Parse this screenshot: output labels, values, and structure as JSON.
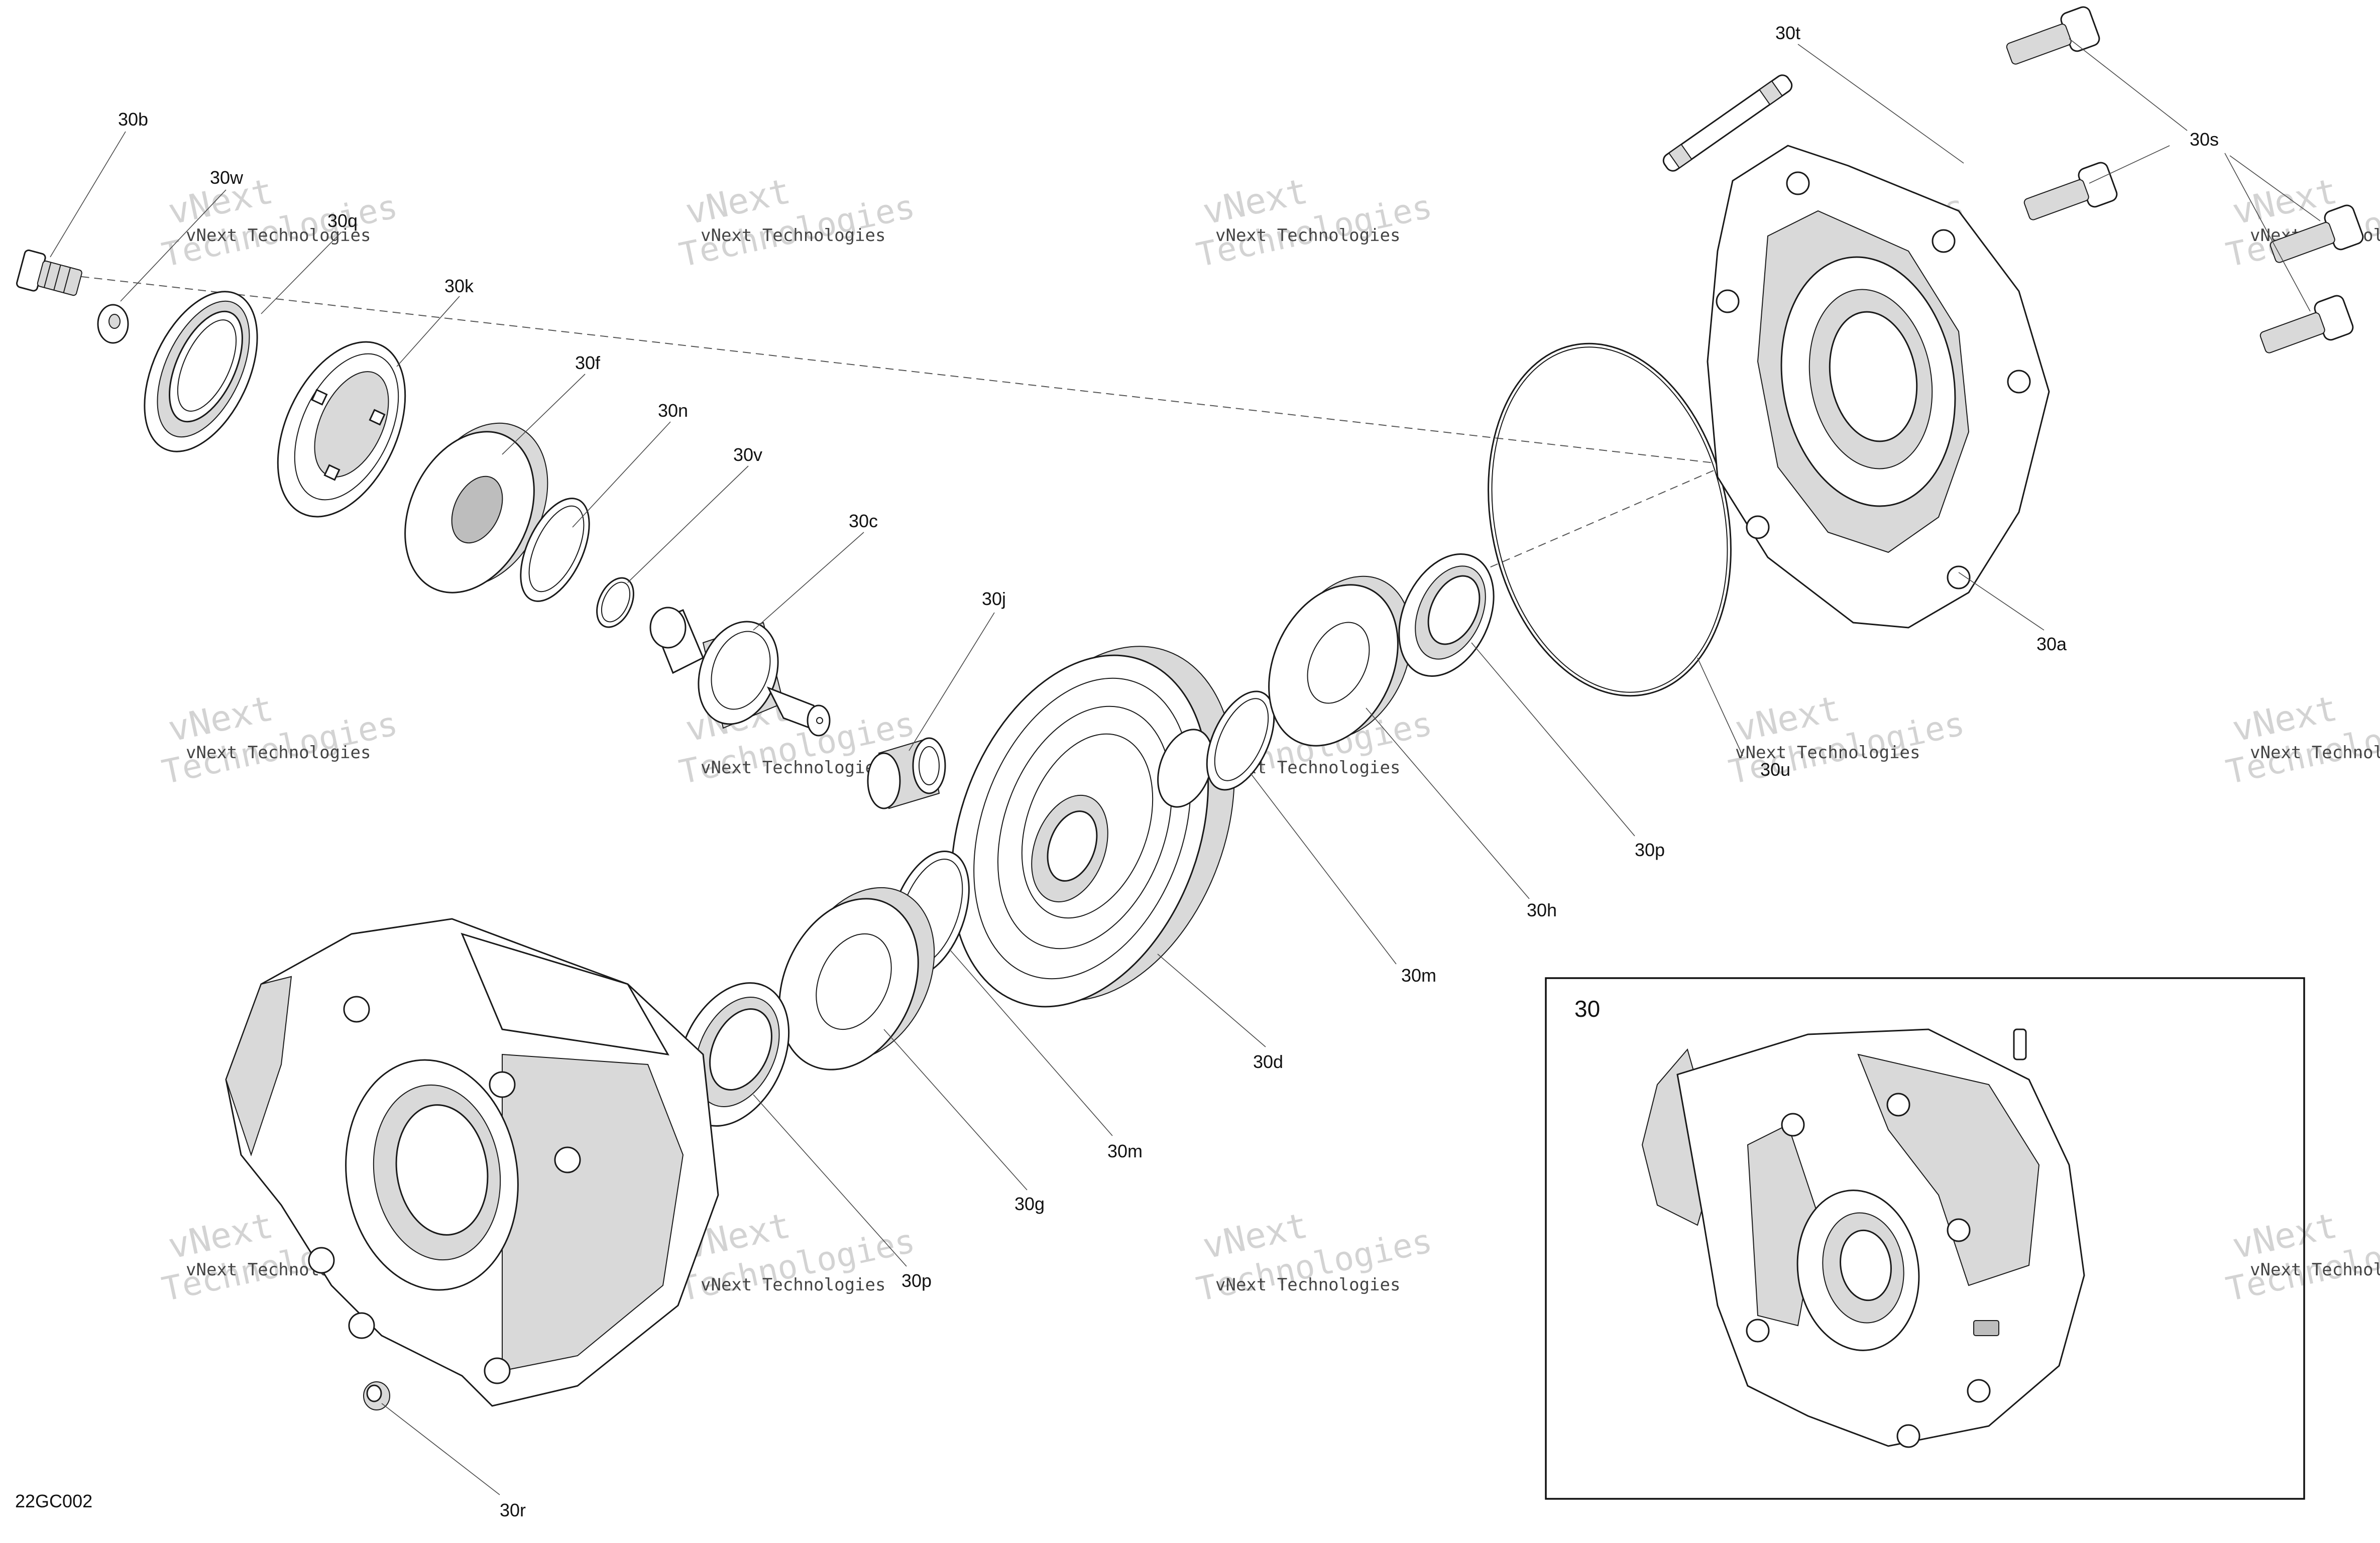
{
  "callouts": {
    "p30b": "30b",
    "p30w": "30w",
    "p30q": "30q",
    "p30k": "30k",
    "p30f": "30f",
    "p30n": "30n",
    "p30v": "30v",
    "p30c": "30c",
    "p30j": "30j",
    "p30t": "30t",
    "p30s": "30s",
    "p30a": "30a",
    "p30u": "30u",
    "p30p_upper": "30p",
    "p30h": "30h",
    "p30m_upper": "30m",
    "p30d": "30d",
    "p30m_lower": "30m",
    "p30g": "30g",
    "p30p_lower": "30p",
    "p30r": "30r"
  },
  "inset": {
    "label": "30"
  },
  "diagram_code": "22GC002",
  "watermark": {
    "line1": "vNext Technologies",
    "line2": "Technologies",
    "line3": "vNext"
  }
}
